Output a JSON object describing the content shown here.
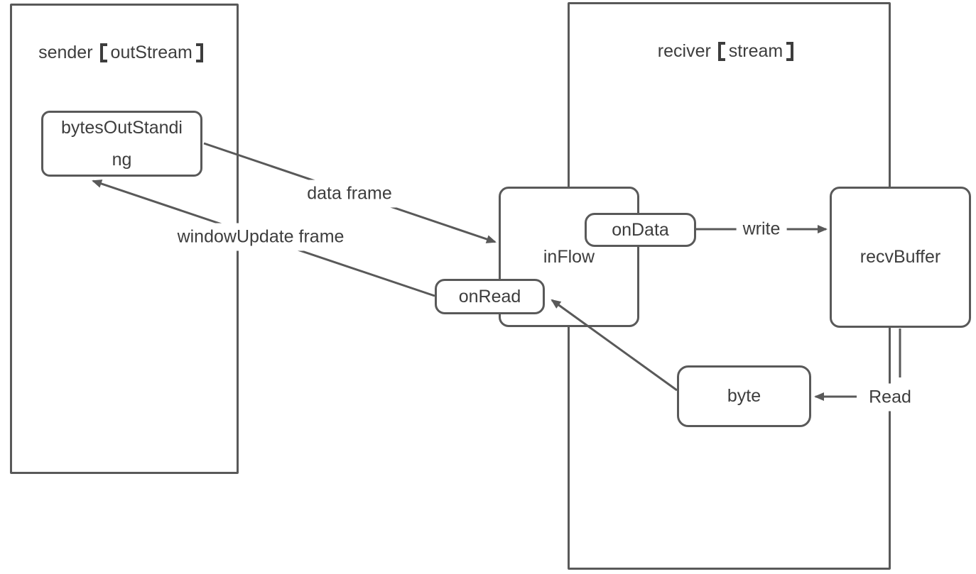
{
  "colors": {
    "stroke": "#595959",
    "text": "#3d3d3d",
    "background": "#ffffff"
  },
  "sender_box": {
    "title": "sender 【outStream】",
    "title_pre": "sender",
    "title_bracketed": "outStream"
  },
  "receiver_box": {
    "title": "reciver 【stream】",
    "title_pre": "reciver",
    "title_bracketed": "stream"
  },
  "nodes": {
    "bytes_outstanding": {
      "label": "bytesOutStanding",
      "line1": "bytesOutStandi",
      "line2": "ng"
    },
    "inflow": {
      "label": "inFlow"
    },
    "ondata": {
      "label": "onData"
    },
    "onread": {
      "label": "onRead"
    },
    "recvbuffer": {
      "label": "recvBuffer"
    },
    "byte": {
      "label": "byte"
    }
  },
  "edge_labels": {
    "data_frame": "data frame",
    "window_update_frame": "windowUpdate frame",
    "write": "write",
    "read": "Read"
  }
}
